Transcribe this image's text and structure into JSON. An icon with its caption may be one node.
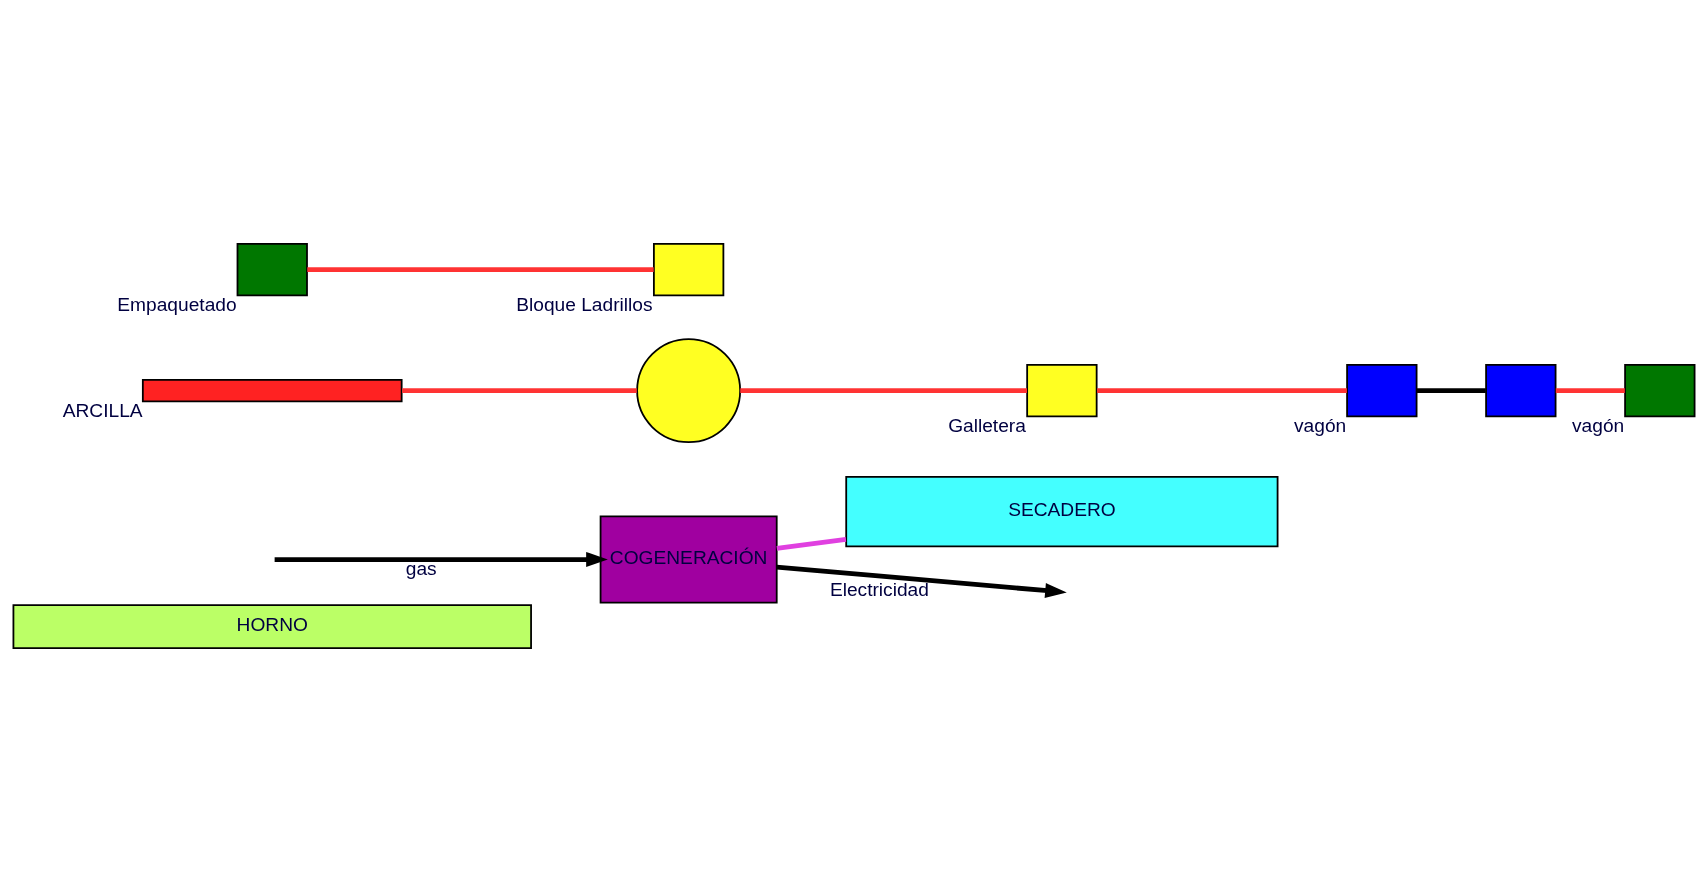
{
  "diagram": {
    "nodes": [
      {
        "text": [
          "HORNO"
        ]
      },
      {
        "text": [
          "SECADERO"
        ]
      },
      {
        "text": [],
        "shape": "box",
        "beside": [
          "vagón"
        ]
      },
      {
        "text": [],
        "shape": "box"
      },
      {
        "text": [],
        "shape": "box",
        "beside": [
          "vagón"
        ]
      },
      {
        "text": [],
        "shape": "box",
        "beside": [
          "Empaquetado"
        ]
      },
      {
        "text": [],
        "shape": "bar",
        "beside": [
          "ARCILLA"
        ]
      },
      {
        "text": [],
        "shape": "circle"
      },
      {
        "text": [],
        "shape": "box",
        "beside": [
          "Galletera"
        ]
      },
      {
        "text": [],
        "shape": "box",
        "beside": [
          "Bloque Ladrillos"
        ]
      },
      {
        "text": [
          "COGENERACIÓN"
        ]
      }
    ],
    "edges": [
      {
        "from": 6,
        "to": 7,
        "arrow": "none"
      },
      {
        "from": 7,
        "to": 8,
        "arrow": "none"
      },
      {
        "from": 8,
        "to": 2,
        "arrow": "none"
      },
      {
        "from": 2,
        "to": 3,
        "arrow": "none",
        "color": "#000000"
      },
      {
        "from": 3,
        "to": 4,
        "arrow": "none"
      },
      {
        "from": 5,
        "to": 9,
        "arrow": "none"
      },
      {
        "from": 10,
        "to": 1,
        "arrow": "none",
        "color": "#e040e0"
      },
      {
        "from": null,
        "to": 10,
        "arrow": "to",
        "label": "gas",
        "color": "#000000"
      },
      {
        "from": 10,
        "to": null,
        "arrow": "to",
        "label": "Electricidad",
        "color": "#000000"
      }
    ]
  }
}
